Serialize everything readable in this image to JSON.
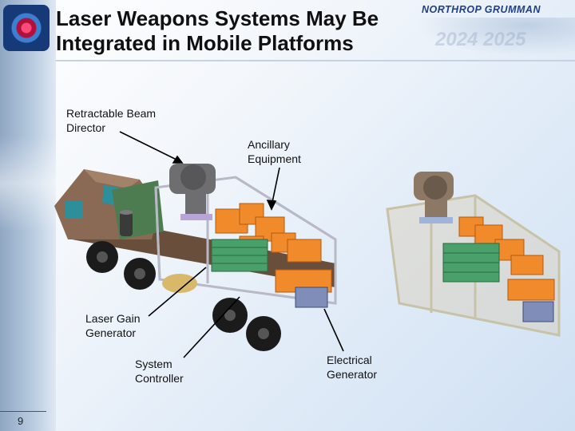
{
  "slide": {
    "title_line1": "Laser Weapons Systems May Be",
    "title_line2": "Integrated in Mobile Platforms",
    "brand": "NORTHROP GRUMMAN",
    "page_number": "9"
  },
  "callouts": {
    "beam_director_1": "Retractable Beam",
    "beam_director_2": "Director",
    "ancillary_1": "Ancillary",
    "ancillary_2": "Equipment",
    "gain_generator_1": "Laser Gain",
    "gain_generator_2": "Generator",
    "system_controller_1": "System",
    "system_controller_2": "Controller",
    "electrical_generator_1": "Electrical",
    "electrical_generator_2": "Generator"
  },
  "colors": {
    "truck_cab": "#8a6a54",
    "container_frame": "#b8b8c6",
    "orange_boxes": "#f08a2a",
    "green_modules": "#49a06a",
    "turret": "#6e6e70",
    "title_text": "#101010",
    "brand_text": "#1f3f8c"
  }
}
